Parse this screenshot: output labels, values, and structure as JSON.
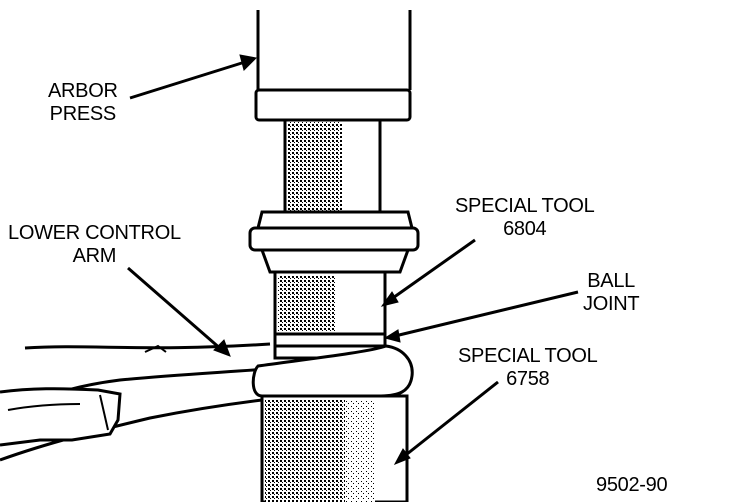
{
  "labels": {
    "arbor_press": {
      "line1": "ARBOR",
      "line2": "PRESS"
    },
    "lower_control_arm": {
      "line1": "LOWER CONTROL",
      "line2": "ARM"
    },
    "special_tool_upper": {
      "line1": "SPECIAL TOOL",
      "line2": "6804"
    },
    "ball_joint": {
      "line1": "BALL",
      "line2": "JOINT"
    },
    "special_tool_lower": {
      "line1": "SPECIAL TOOL",
      "line2": "6758"
    }
  },
  "figure_id": "9502-90",
  "colors": {
    "ink": "#000000",
    "paper": "#ffffff",
    "shade": "#8a8a8a"
  }
}
